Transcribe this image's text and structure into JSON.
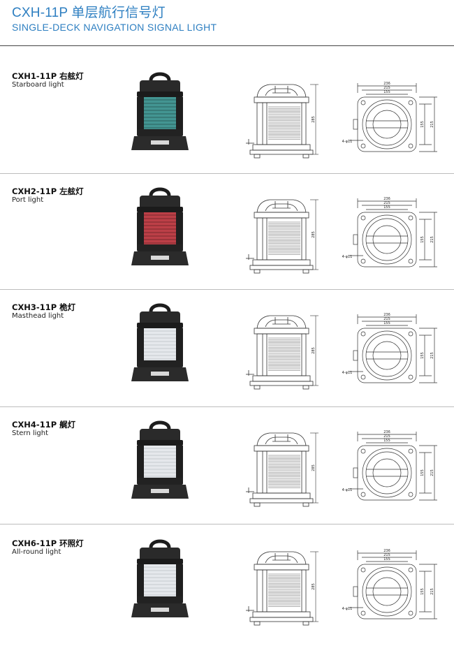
{
  "header": {
    "title": "CXH-11P 单层航行信号灯",
    "subtitle": "SINGLE-DECK NAVIGATION SIGNAL LIGHT"
  },
  "colors": {
    "accent": "#2e7fc1",
    "starboard_lens": "#2f8a86",
    "port_lens": "#b52a33",
    "clear_lens": "#cfd6dc"
  },
  "dimensions": {
    "d236": "236",
    "d215": "215",
    "d155": "155",
    "height": "285",
    "side_155": "155",
    "side_215": "215",
    "holes": "4-φ11"
  },
  "products": [
    {
      "model": "CXH1-11P 右舷灯",
      "name": "Starboard light",
      "lens": "green"
    },
    {
      "model": "CXH2-11P 左舷灯",
      "name": "Port light",
      "lens": "red"
    },
    {
      "model": "CXH3-11P 桅灯",
      "name": "Masthead light",
      "lens": "clear"
    },
    {
      "model": "CXH4-11P 艉灯",
      "name": "Stern light",
      "lens": "clear"
    },
    {
      "model": "CXH6-11P 环照灯",
      "name": "All-round light",
      "lens": "clear"
    }
  ]
}
